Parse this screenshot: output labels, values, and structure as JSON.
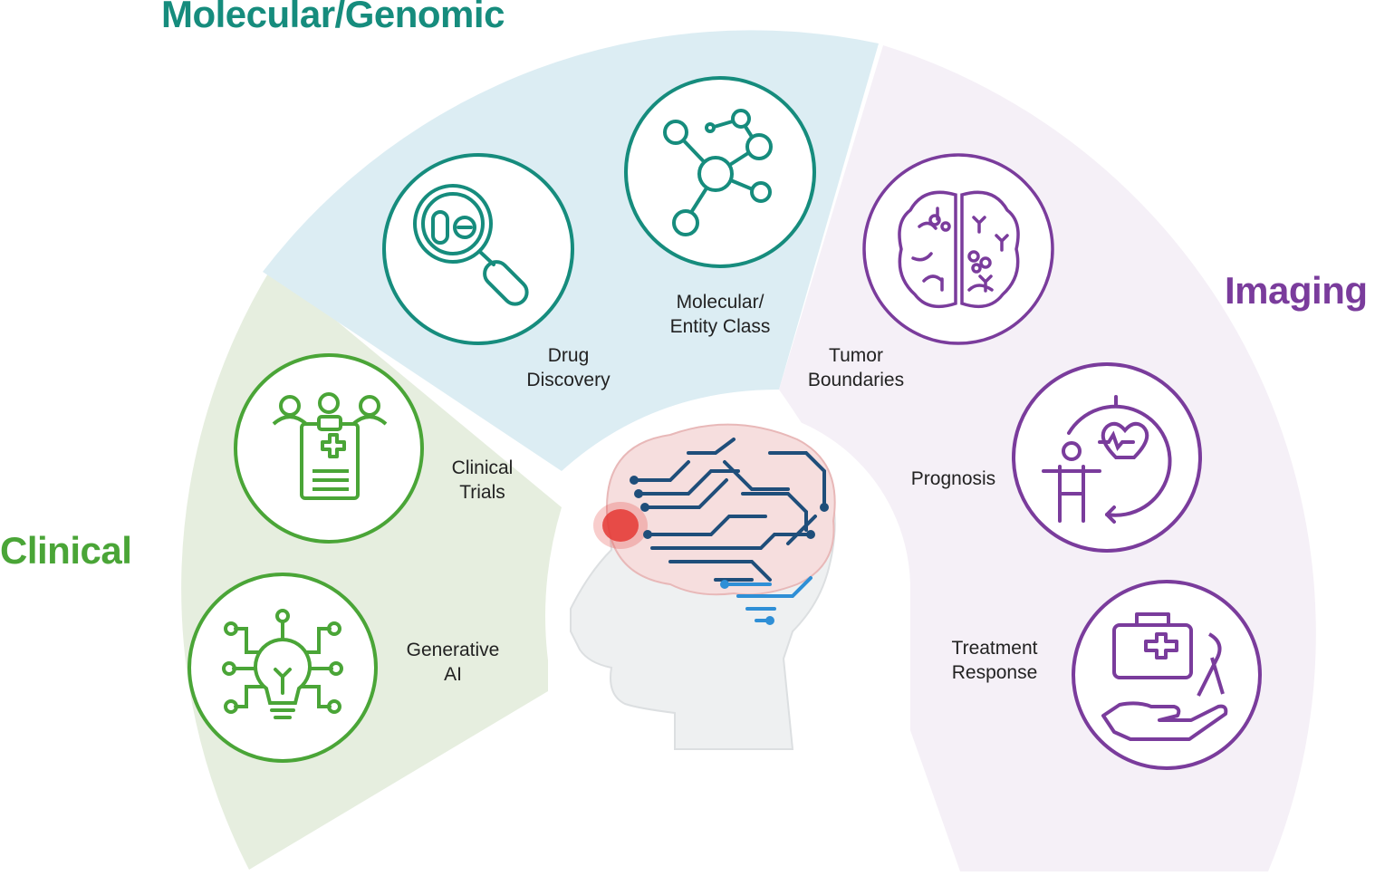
{
  "sections": {
    "molecular": {
      "title": "Molecular/Genomic",
      "color": "#168c7d",
      "fill": "#dcedf3"
    },
    "imaging": {
      "title": "Imaging",
      "color": "#7a3c9c",
      "fill": "#f5f0f7"
    },
    "clinical": {
      "title": "Clinical",
      "color": "#4aa537",
      "fill": "#e6eedf"
    }
  },
  "items": {
    "drug_discovery": {
      "label": "Drug\nDiscovery",
      "icon": "magnifier-pills-icon"
    },
    "molecular_entity": {
      "label": "Molecular/\nEntity Class",
      "icon": "molecule-icon"
    },
    "tumor_boundaries": {
      "label": "Tumor\nBoundaries",
      "icon": "brain-icon"
    },
    "prognosis": {
      "label": "Prognosis",
      "icon": "body-heartbeat-icon"
    },
    "treatment_response": {
      "label": "Treatment\nResponse",
      "icon": "medkit-hand-icon"
    },
    "clinical_trials": {
      "label": "Clinical\nTrials",
      "icon": "clipboard-people-icon"
    },
    "generative_ai": {
      "label": "Generative\nAI",
      "icon": "lightbulb-circuit-icon"
    }
  },
  "center": {
    "icon": "head-circuit-brain-icon",
    "accent": "#e53935",
    "circuit_dark": "#1f4e7a",
    "circuit_light": "#2f8fd6"
  }
}
